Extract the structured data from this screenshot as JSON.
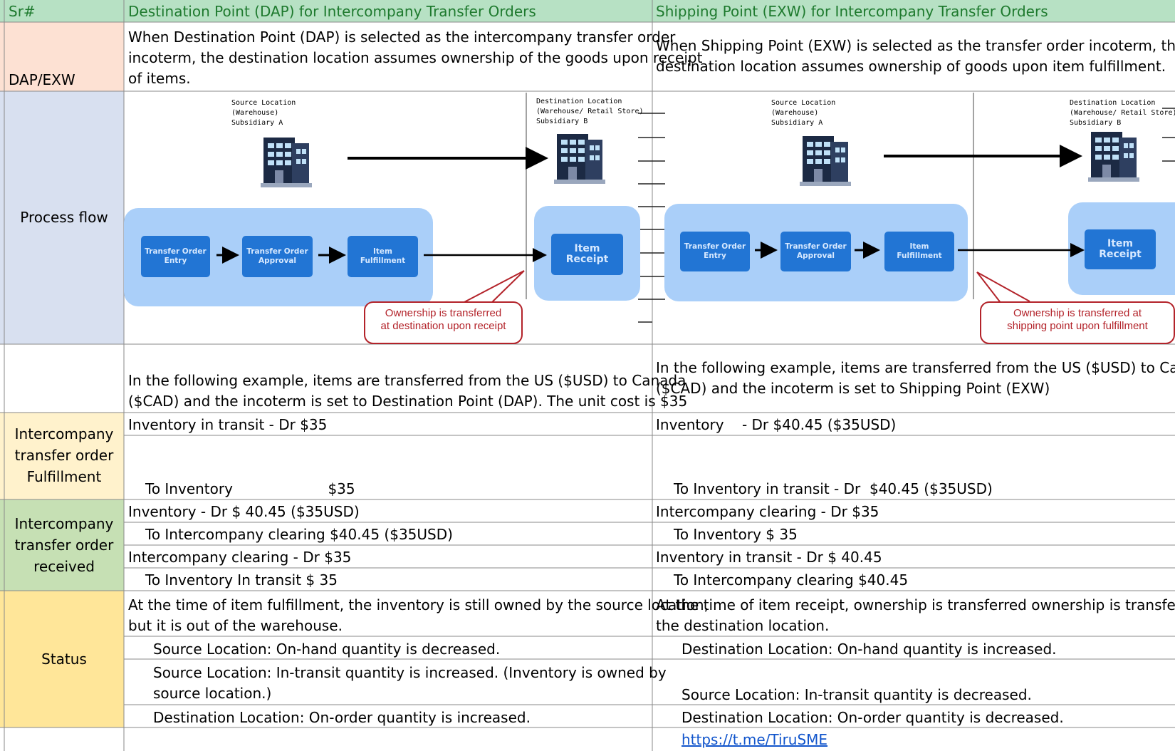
{
  "header": {
    "sr": "Sr#",
    "dap_title": "Destination Point (DAP) for Intercompany Transfer Orders",
    "exw_title": "Shipping Point (EXW) for Intercompany Transfer Orders"
  },
  "row_dapexw": {
    "label": "DAP/EXW",
    "dap_lines": [
      "When Destination Point (DAP) is selected as the intercompany transfer order",
      "incoterm, the destination location assumes ownership of the goods upon receipt",
      "of items."
    ],
    "exw_lines": [
      "When Shipping Point (EXW) is selected as the transfer order incoterm, the",
      "destination location assumes ownership of goods upon item fulfillment."
    ]
  },
  "row_process": {
    "label": "Process flow",
    "dap": {
      "source_lines": [
        "Source Location",
        "(Warehouse)",
        "Subsidiary A"
      ],
      "dest_lines": [
        "Destination Location",
        "(Warehouse/ Retail Store)",
        "Subsidiary B"
      ],
      "steps": [
        [
          "Transfer Order",
          "Entry"
        ],
        [
          "Transfer Order",
          "Approval"
        ],
        [
          "Item",
          "Fulfillment"
        ]
      ],
      "receipt": [
        "Item",
        "Receipt"
      ],
      "callout": [
        "Ownership is transferred",
        "at destination upon receipt"
      ]
    },
    "exw": {
      "source_lines": [
        "Source Location",
        "(Warehouse)",
        "Subsidiary A"
      ],
      "dest_lines": [
        "Destination Location",
        "(Warehouse/ Retail Store)",
        "Subsidiary B"
      ],
      "steps": [
        [
          "Transfer Order",
          "Entry"
        ],
        [
          "Transfer Order",
          "Approval"
        ],
        [
          "Item",
          "Fulfillment"
        ]
      ],
      "receipt": [
        "Item",
        "Receipt"
      ],
      "callout": [
        "Ownership is transferred at",
        "shipping point upon fulfillment"
      ]
    }
  },
  "row_example": {
    "dap_lines": [
      "In the following example, items are transferred from the US ($USD) to Canada",
      "($CAD) and the incoterm is set to Destination Point (DAP). The unit cost is $35"
    ],
    "exw_lines": [
      "In the following example, items are transferred from the US ($USD) to Canada",
      "($CAD) and the incoterm is set to Shipping Point (EXW)"
    ]
  },
  "row_fulfillment": {
    "label_lines": [
      "Intercompany",
      "transfer order",
      "Fulfillment"
    ],
    "dap_dr": "Inventory in transit - Dr $35",
    "dap_cr": "To Inventory                     $35",
    "exw_dr": "Inventory    - Dr $40.45 ($35USD)",
    "exw_cr": "To Inventory in transit - Dr  $40.45 ($35USD)"
  },
  "row_received": {
    "label_lines": [
      "Intercompany",
      "transfer order",
      "received"
    ],
    "dap": [
      "Inventory - Dr $ 40.45 ($35USD)",
      "To Intercompany clearing $40.45 ($35USD)",
      "Intercompany clearing - Dr  $35",
      "To Inventory In transit $ 35"
    ],
    "exw": [
      "Intercompany clearing - Dr  $35",
      "To Inventory  $ 35",
      "Inventory in transit - Dr $ 40.45",
      "To Intercompany clearing $40.45"
    ]
  },
  "row_status": {
    "label": "Status",
    "dap_intro": [
      "At the time of item fulfillment, the inventory is still owned by the source location,",
      "but it is out of the warehouse."
    ],
    "dap_items": [
      "Source Location: On-hand quantity is decreased.",
      "Source Location: In-transit quantity is increased. (Inventory is owned by",
      "source location.)",
      "Destination Location: On-order quantity is increased."
    ],
    "exw_intro": [
      "At the time of item receipt, ownership is transferred ownership is transferred to",
      "the destination location."
    ],
    "exw_items": [
      "Destination Location: On-hand quantity is increased.",
      "Source Location: In-transit quantity is decreased.",
      "Destination Location: On-order quantity is decreased."
    ]
  },
  "footer": {
    "link": "https://t.me/TiruSME"
  },
  "colors": {
    "green": "#b7e1c4",
    "peach": "#fde1d3",
    "lavender": "#d8e0f0",
    "cream": "#fff2cc",
    "sage": "#c6e0b4",
    "yellow": "#ffe699"
  }
}
